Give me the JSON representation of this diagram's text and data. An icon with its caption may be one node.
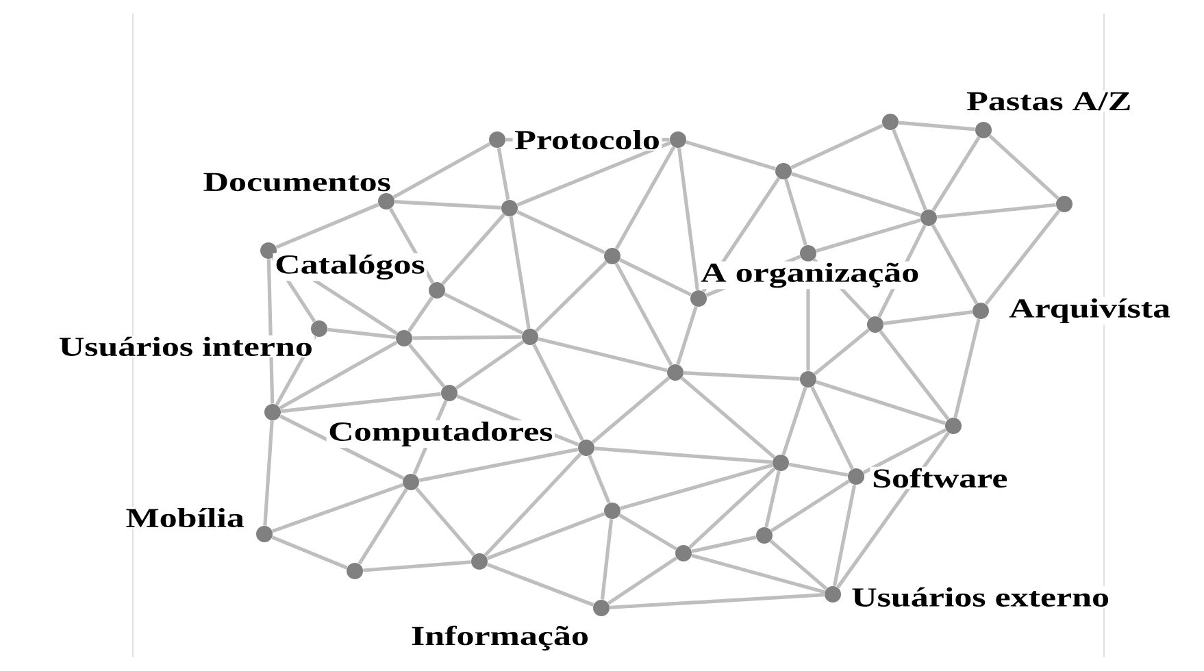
{
  "diagram": {
    "nodes": [
      {
        "text": [],
        "shape": "circle",
        "beside": [
          "Protocolo"
        ]
      },
      {
        "text": [],
        "shape": "circle"
      },
      {
        "text": [],
        "shape": "circle",
        "beside": [
          "Documentos"
        ]
      },
      {
        "text": [],
        "shape": "circle"
      },
      {
        "text": [],
        "shape": "circle",
        "beside": [
          "Catalógos"
        ]
      },
      {
        "text": [],
        "shape": "circle"
      },
      {
        "text": [],
        "shape": "circle"
      },
      {
        "text": [],
        "shape": "circle",
        "beside": [
          "Usuários interno"
        ]
      },
      {
        "text": [],
        "shape": "circle"
      },
      {
        "text": [],
        "shape": "circle"
      },
      {
        "text": [],
        "shape": "circle"
      },
      {
        "text": [],
        "shape": "circle"
      },
      {
        "text": [],
        "shape": "circle"
      },
      {
        "text": [],
        "shape": "circle"
      },
      {
        "text": [],
        "shape": "circle",
        "beside": [
          "Pastas A/Z"
        ]
      },
      {
        "text": [],
        "shape": "circle"
      },
      {
        "text": [],
        "shape": "circle"
      },
      {
        "text": [],
        "shape": "circle",
        "beside": [
          "A organização"
        ]
      },
      {
        "text": [],
        "shape": "circle"
      },
      {
        "text": [],
        "shape": "circle",
        "beside": [
          "Arquivísta"
        ]
      },
      {
        "text": [],
        "shape": "circle"
      },
      {
        "text": [],
        "shape": "circle"
      },
      {
        "text": [],
        "shape": "circle"
      },
      {
        "text": [],
        "shape": "circle",
        "beside": [
          "Computadores"
        ]
      },
      {
        "text": [],
        "shape": "circle"
      },
      {
        "text": [],
        "shape": "circle",
        "beside": [
          "Mobília"
        ]
      },
      {
        "text": [],
        "shape": "circle"
      },
      {
        "text": [],
        "shape": "circle"
      },
      {
        "text": [],
        "shape": "circle"
      },
      {
        "text": [],
        "shape": "circle",
        "beside": [
          "Informação"
        ]
      },
      {
        "text": [],
        "shape": "circle"
      },
      {
        "text": [],
        "shape": "circle"
      },
      {
        "text": [],
        "shape": "circle"
      },
      {
        "text": [],
        "shape": "circle",
        "beside": [
          "Software"
        ]
      },
      {
        "text": [],
        "shape": "circle"
      },
      {
        "text": [],
        "shape": "circle",
        "beside": [
          "Usuários externo"
        ]
      }
    ],
    "edges": [
      {
        "from": 0,
        "to": 2,
        "arrow": "none"
      },
      {
        "from": 0,
        "to": 3,
        "arrow": "none"
      },
      {
        "from": 0,
        "to": 1,
        "arrow": "none"
      },
      {
        "from": 2,
        "to": 3,
        "arrow": "none"
      },
      {
        "from": 2,
        "to": 4,
        "arrow": "none"
      },
      {
        "from": 2,
        "to": 6,
        "arrow": "none"
      },
      {
        "from": 3,
        "to": 1,
        "arrow": "none"
      },
      {
        "from": 3,
        "to": 5,
        "arrow": "none"
      },
      {
        "from": 3,
        "to": 9,
        "arrow": "none"
      },
      {
        "from": 3,
        "to": 6,
        "arrow": "none"
      },
      {
        "from": 1,
        "to": 5,
        "arrow": "none"
      },
      {
        "from": 1,
        "to": 10,
        "arrow": "none"
      },
      {
        "from": 1,
        "to": 12,
        "arrow": "none"
      },
      {
        "from": 4,
        "to": 7,
        "arrow": "none"
      },
      {
        "from": 4,
        "to": 8,
        "arrow": "none"
      },
      {
        "from": 4,
        "to": 21,
        "arrow": "none"
      },
      {
        "from": 6,
        "to": 8,
        "arrow": "none"
      },
      {
        "from": 6,
        "to": 9,
        "arrow": "none"
      },
      {
        "from": 7,
        "to": 8,
        "arrow": "none"
      },
      {
        "from": 7,
        "to": 21,
        "arrow": "none"
      },
      {
        "from": 5,
        "to": 9,
        "arrow": "none"
      },
      {
        "from": 5,
        "to": 10,
        "arrow": "none"
      },
      {
        "from": 5,
        "to": 11,
        "arrow": "none"
      },
      {
        "from": 8,
        "to": 9,
        "arrow": "none"
      },
      {
        "from": 8,
        "to": 22,
        "arrow": "none"
      },
      {
        "from": 8,
        "to": 21,
        "arrow": "none"
      },
      {
        "from": 9,
        "to": 11,
        "arrow": "none"
      },
      {
        "from": 9,
        "to": 22,
        "arrow": "none"
      },
      {
        "from": 9,
        "to": 23,
        "arrow": "none"
      },
      {
        "from": 10,
        "to": 11,
        "arrow": "none"
      },
      {
        "from": 10,
        "to": 12,
        "arrow": "none"
      },
      {
        "from": 10,
        "to": 17,
        "arrow": "none"
      },
      {
        "from": 11,
        "to": 20,
        "arrow": "none"
      },
      {
        "from": 11,
        "to": 23,
        "arrow": "none"
      },
      {
        "from": 11,
        "to": 32,
        "arrow": "none"
      },
      {
        "from": 12,
        "to": 13,
        "arrow": "none"
      },
      {
        "from": 12,
        "to": 16,
        "arrow": "none"
      },
      {
        "from": 12,
        "to": 17,
        "arrow": "none"
      },
      {
        "from": 13,
        "to": 14,
        "arrow": "none"
      },
      {
        "from": 13,
        "to": 16,
        "arrow": "none"
      },
      {
        "from": 14,
        "to": 16,
        "arrow": "none"
      },
      {
        "from": 14,
        "to": 15,
        "arrow": "none"
      },
      {
        "from": 15,
        "to": 16,
        "arrow": "none"
      },
      {
        "from": 15,
        "to": 19,
        "arrow": "none"
      },
      {
        "from": 16,
        "to": 17,
        "arrow": "none"
      },
      {
        "from": 16,
        "to": 18,
        "arrow": "none"
      },
      {
        "from": 16,
        "to": 19,
        "arrow": "none"
      },
      {
        "from": 17,
        "to": 18,
        "arrow": "none"
      },
      {
        "from": 17,
        "to": 20,
        "arrow": "none"
      },
      {
        "from": 18,
        "to": 19,
        "arrow": "none"
      },
      {
        "from": 18,
        "to": 20,
        "arrow": "none"
      },
      {
        "from": 18,
        "to": 31,
        "arrow": "none"
      },
      {
        "from": 19,
        "to": 31,
        "arrow": "none"
      },
      {
        "from": 20,
        "to": 32,
        "arrow": "none"
      },
      {
        "from": 20,
        "to": 33,
        "arrow": "none"
      },
      {
        "from": 20,
        "to": 31,
        "arrow": "none"
      },
      {
        "from": 21,
        "to": 22,
        "arrow": "none"
      },
      {
        "from": 21,
        "to": 24,
        "arrow": "none"
      },
      {
        "from": 21,
        "to": 25,
        "arrow": "none"
      },
      {
        "from": 22,
        "to": 24,
        "arrow": "none"
      },
      {
        "from": 22,
        "to": 23,
        "arrow": "none"
      },
      {
        "from": 23,
        "to": 24,
        "arrow": "none"
      },
      {
        "from": 23,
        "to": 28,
        "arrow": "none"
      },
      {
        "from": 23,
        "to": 27,
        "arrow": "none"
      },
      {
        "from": 23,
        "to": 32,
        "arrow": "none"
      },
      {
        "from": 24,
        "to": 25,
        "arrow": "none"
      },
      {
        "from": 24,
        "to": 26,
        "arrow": "none"
      },
      {
        "from": 24,
        "to": 27,
        "arrow": "none"
      },
      {
        "from": 25,
        "to": 26,
        "arrow": "none"
      },
      {
        "from": 26,
        "to": 27,
        "arrow": "none"
      },
      {
        "from": 27,
        "to": 28,
        "arrow": "none"
      },
      {
        "from": 27,
        "to": 29,
        "arrow": "none"
      },
      {
        "from": 28,
        "to": 29,
        "arrow": "none"
      },
      {
        "from": 28,
        "to": 32,
        "arrow": "none"
      },
      {
        "from": 28,
        "to": 30,
        "arrow": "none"
      },
      {
        "from": 29,
        "to": 30,
        "arrow": "none"
      },
      {
        "from": 29,
        "to": 35,
        "arrow": "none"
      },
      {
        "from": 30,
        "to": 34,
        "arrow": "none"
      },
      {
        "from": 30,
        "to": 32,
        "arrow": "none"
      },
      {
        "from": 30,
        "to": 35,
        "arrow": "none"
      },
      {
        "from": 31,
        "to": 33,
        "arrow": "none"
      },
      {
        "from": 31,
        "to": 35,
        "arrow": "none"
      },
      {
        "from": 32,
        "to": 33,
        "arrow": "none"
      },
      {
        "from": 32,
        "to": 34,
        "arrow": "none"
      },
      {
        "from": 33,
        "to": 34,
        "arrow": "none"
      },
      {
        "from": 33,
        "to": 35,
        "arrow": "none"
      },
      {
        "from": 34,
        "to": 35,
        "arrow": "none"
      }
    ]
  }
}
